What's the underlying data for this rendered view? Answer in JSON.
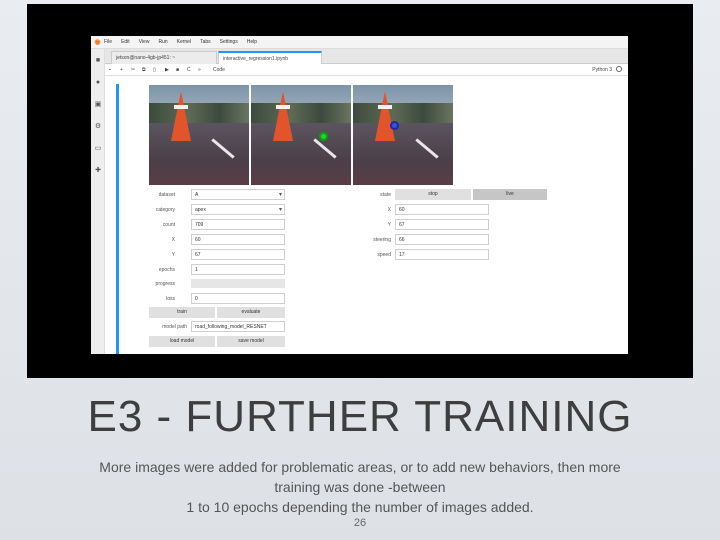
{
  "slide": {
    "title": "E3 - FURTHER TRAINING",
    "body_lines": [
      "More images were added for problematic areas, or to add new behaviors, then more",
      "training was done -between",
      "1 to 10 epochs depending the number of images added."
    ],
    "page_number": "26"
  },
  "jupyter": {
    "menu": [
      "File",
      "Edit",
      "View",
      "Run",
      "Kernel",
      "Tabs",
      "Settings",
      "Help"
    ],
    "tabs": [
      "jetson@nano-4gb-jp451: ~",
      "interactive_regression1.ipynb"
    ],
    "toolbar": {
      "cell_type": "Code",
      "kernel": "Python 3"
    },
    "left_form": {
      "dataset_label": "dataset",
      "dataset_value": "A",
      "category_label": "category",
      "category_value": "apex",
      "count_label": "count",
      "count_value": "709",
      "x_label": "X",
      "x_value": "60",
      "y_label": "Y",
      "y_value": "67",
      "epochs_label": "epochs",
      "epochs_value": "1",
      "progress_label": "progress",
      "progress_value": 0.0,
      "loss_label": "loss",
      "loss_value": "0",
      "train_label": "train",
      "evaluate_label": "evaluate",
      "model_path_label": "model path",
      "model_path_value": "road_following_model_RESNET",
      "load_model_label": "load model",
      "save_model_label": "save model"
    },
    "right_form": {
      "state_label": "state",
      "stop_label": "stop",
      "live_label": "live",
      "x_label": "X",
      "x_value": "60",
      "y_label": "Y",
      "y_value": "67",
      "steering_label": "steering",
      "steering_value": "66",
      "speed_label": "speed",
      "speed_value": "17"
    }
  }
}
